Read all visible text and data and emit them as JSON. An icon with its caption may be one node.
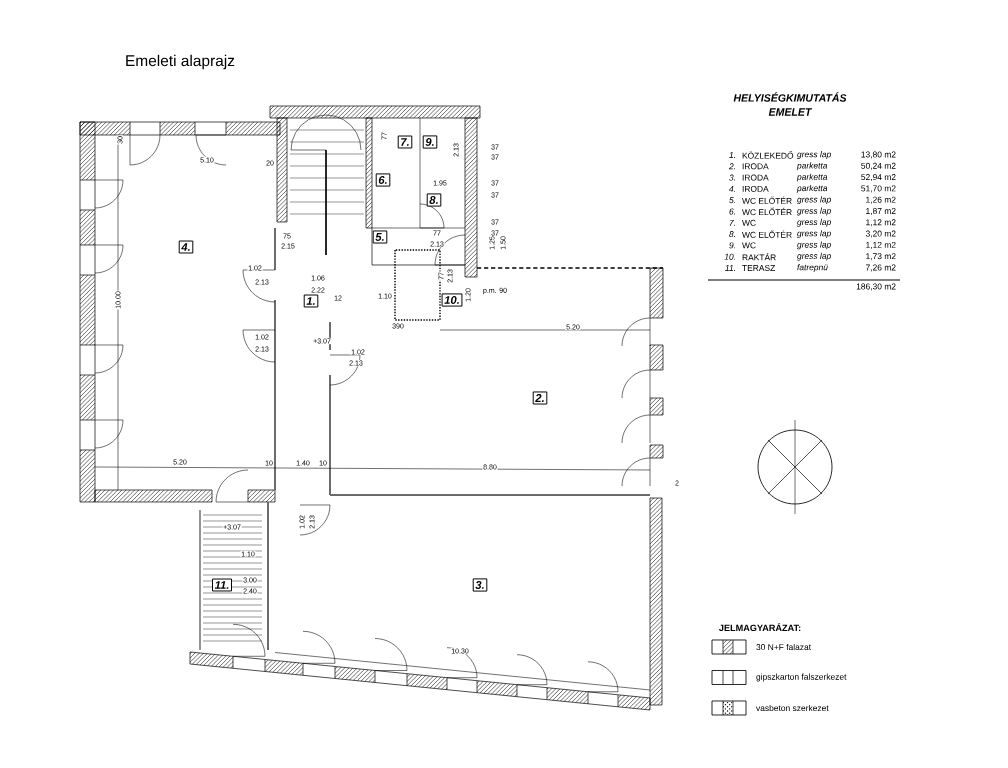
{
  "diagram": {
    "title": "Emeleti alaprajz",
    "nodes": [
      {
        "text": [
          "1."
        ]
      },
      {
        "text": [
          "2."
        ]
      },
      {
        "text": [
          "3."
        ]
      },
      {
        "text": [
          "4."
        ]
      },
      {
        "text": [
          "5."
        ]
      },
      {
        "text": [
          "6."
        ]
      },
      {
        "text": [
          "7."
        ]
      },
      {
        "text": [
          "8."
        ]
      },
      {
        "text": [
          "9."
        ]
      },
      {
        "text": [
          "10."
        ]
      },
      {
        "text": [
          "11."
        ]
      }
    ],
    "labels": [
      "HELYISÉGKIMUTATÁS",
      "EMELET",
      "1.",
      "KÖZLEKEDŐ",
      "gress lap",
      "13,80 m2",
      "2.",
      "IRODA",
      "parketta",
      "50,24 m2",
      "3.",
      "IRODA",
      "parketta",
      "52,94 m2",
      "4.",
      "IRODA",
      "parketta",
      "51,70 m2",
      "5.",
      "WC ELŐTÉR",
      "gress lap",
      "1,26 m2",
      "6.",
      "WC ELŐTÉR",
      "gress lap",
      "1,87 m2",
      "7.",
      "WC",
      "gress lap",
      "1,12 m2",
      "8.",
      "WC ELŐTÉR",
      "gress lap",
      "3,20 m2",
      "9.",
      "WC",
      "gress lap",
      "1,12 m2",
      "10.",
      "RAKTÁR",
      "gress lap",
      "1,73 m2",
      "11.",
      "TERASZ",
      "fatrepnü",
      "7,26 m2",
      "186,30 m2",
      "30",
      "5.10",
      "20",
      "10.00",
      "75",
      "2.15",
      "1.02",
      "2.13",
      "1.06",
      "2.22",
      "12",
      "1.10",
      "1.02",
      "2.13",
      "+3.07",
      "1.02",
      "2.13",
      "390",
      "77",
      "1.95",
      "77",
      "2.13",
      "2.13",
      "77",
      "2.13",
      "1.20",
      "1.25",
      "1.50",
      "p.m. 90",
      "37",
      "37",
      "37",
      "37",
      "37",
      "37",
      "5.20",
      "5.20",
      "10",
      "1.40",
      "10",
      "8.80",
      "+3.07",
      "1.02",
      "2.13",
      "1.10",
      "3.00",
      "2.40",
      "10.30",
      "2",
      "JELMAGYARÁZAT:"
    ],
    "legend": [
      {
        "text": "30 N+F falazat"
      },
      {
        "text": "gipszkarton falszerkezet"
      },
      {
        "text": "vasbeton szerkezet"
      }
    ]
  }
}
